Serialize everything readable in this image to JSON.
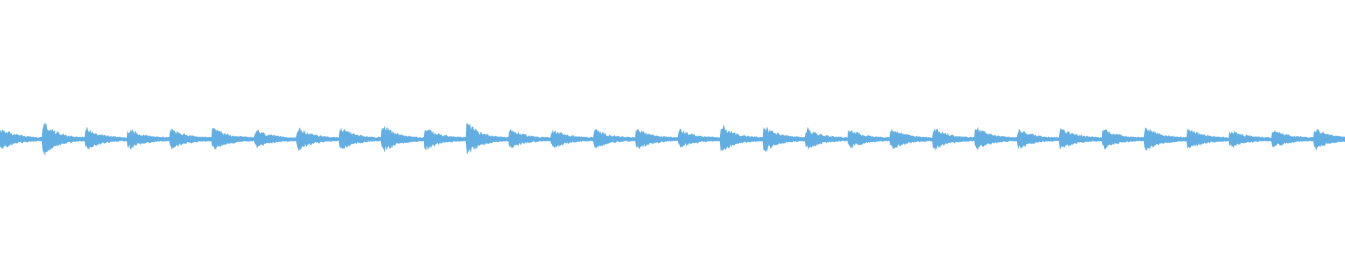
{
  "waveform": {
    "color": "#62aee2",
    "background": "#ffffff",
    "transient_count": 32,
    "transient_peaks": [
      0.55,
      0.95,
      0.6,
      0.55,
      0.55,
      0.6,
      0.45,
      0.6,
      0.6,
      0.75,
      0.6,
      0.9,
      0.5,
      0.5,
      0.5,
      0.55,
      0.5,
      0.75,
      0.7,
      0.55,
      0.5,
      0.55,
      0.6,
      0.6,
      0.55,
      0.6,
      0.55,
      0.7,
      0.6,
      0.45,
      0.45,
      0.55
    ]
  }
}
